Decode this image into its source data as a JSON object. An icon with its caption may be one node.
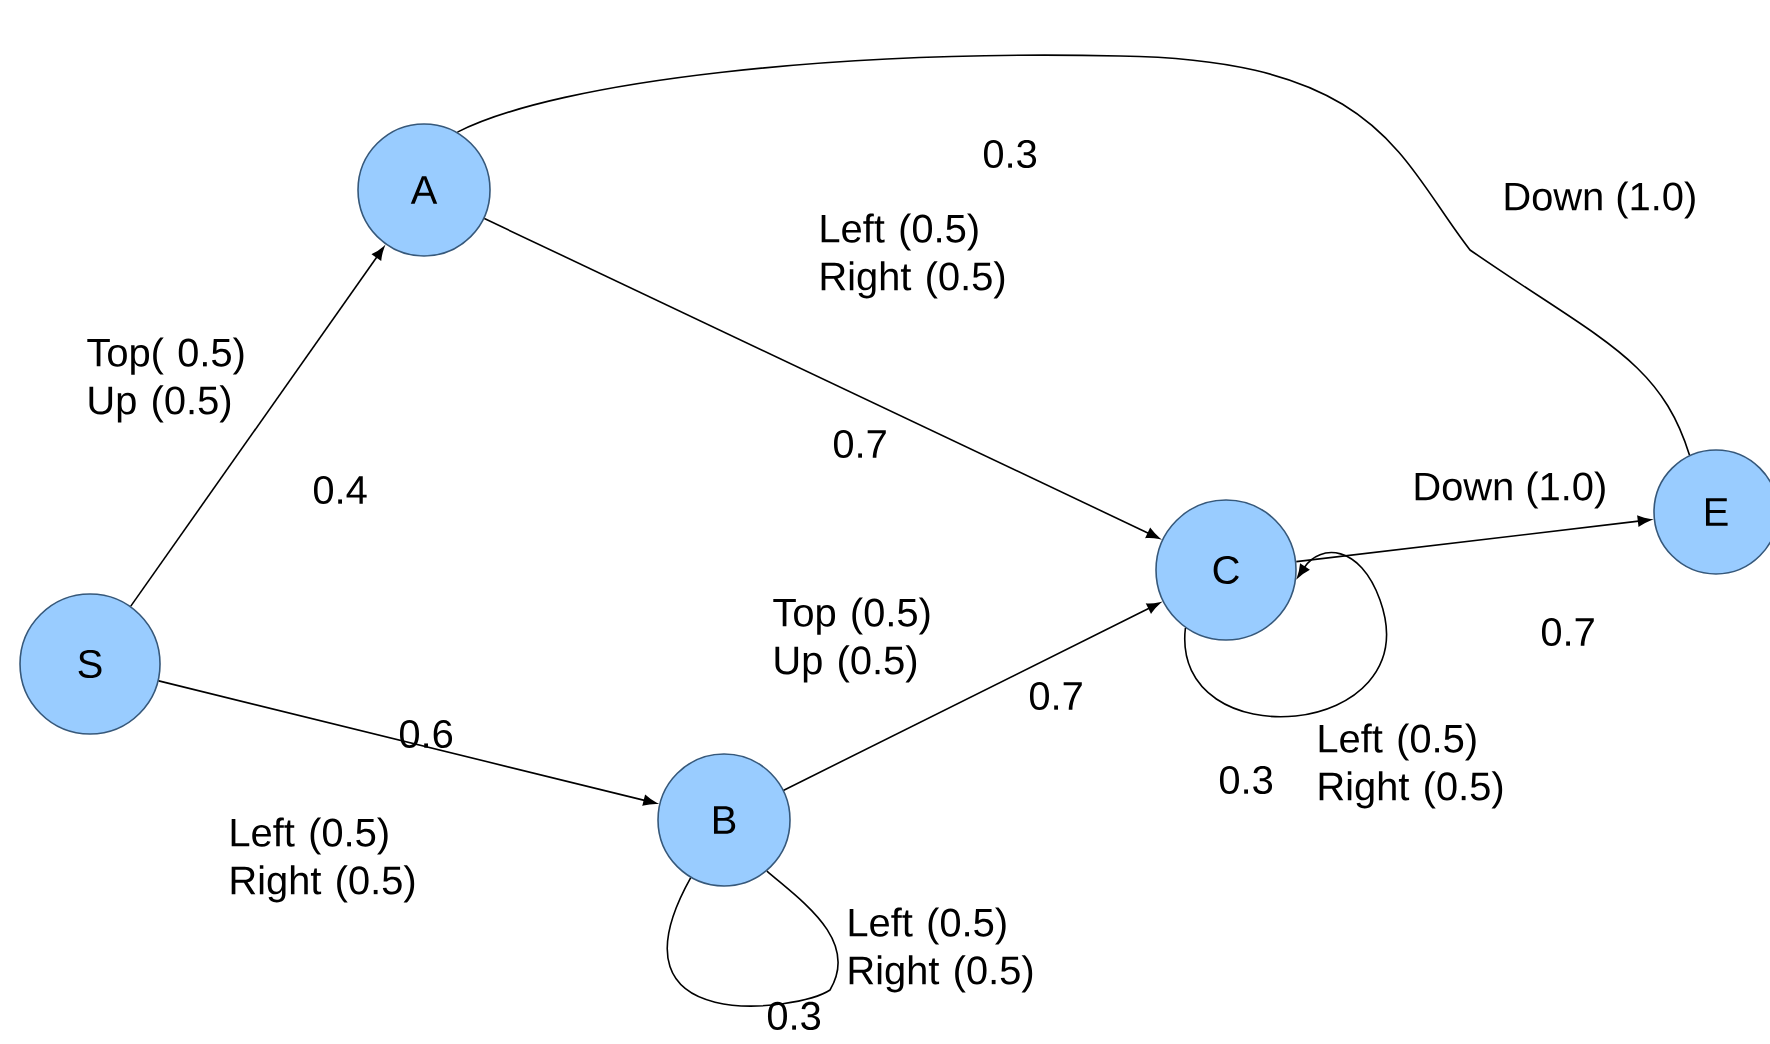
{
  "diagram": {
    "nodes": [
      {
        "text": [
          "S"
        ]
      },
      {
        "text": [
          "A"
        ]
      },
      {
        "text": [
          "B"
        ]
      },
      {
        "text": [
          "C"
        ]
      },
      {
        "text": [
          "E"
        ]
      }
    ],
    "edges": [
      {
        "from": 0,
        "to": 1,
        "arrow": "to"
      },
      {
        "from": 0,
        "to": 2,
        "arrow": "to"
      },
      {
        "from": 1,
        "to": 3,
        "arrow": "to"
      },
      {
        "from": 2,
        "to": 3,
        "arrow": "to"
      },
      {
        "from": 3,
        "to": 3,
        "arrow": "to"
      },
      {
        "from": 2,
        "to": 2,
        "arrow": "none"
      },
      {
        "from": 3,
        "to": 4,
        "arrow": "to"
      },
      {
        "from": 1,
        "to": 4,
        "arrow": "none"
      }
    ],
    "labels": [
      "0.3",
      "Down (1.0)",
      "Left (0.5) Right (0.5)",
      "Top( 0.5) Up (0.5)",
      "0.7",
      "0.4",
      "Down (1.0)",
      "Top (0.5) Up (0.5)",
      "0.7",
      "0.7",
      "0.6",
      "Left (0.5) Right (0.5)",
      "0.3",
      "Left (0.5) Right (0.5)",
      "Left (0.5) Right (0.5)",
      "0.3"
    ]
  }
}
